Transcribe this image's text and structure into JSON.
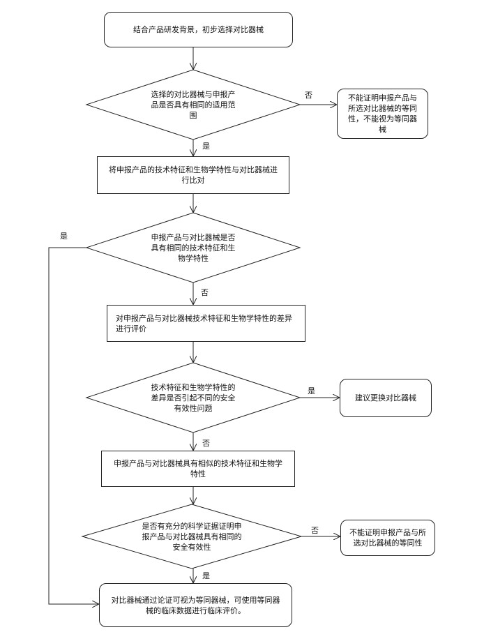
{
  "nodes": {
    "start": "结合产品研发背景，初步选择对比器械",
    "q1": "选择的对比器械与申报产品是否具有相同的适用范围",
    "q1_no_result": "不能证明申报产品与所选对比器械的等同性，不能视为等同器械",
    "compare": "将申报产品的技术特征和生物学特性与对比器械进行比对",
    "q2": "申报产品与对比器械是否具有相同的技术特征和生物学特性",
    "evaluate": "对申报产品与对比器械技术特征和生物学特性的差异进行评价",
    "q3": "技术特征和生物学特性的差异是否引起不同的安全有效性问题",
    "q3_yes_result": "建议更换对比器械",
    "similar": "申报产品与对比器械具有相似的技术特征和生物学特性",
    "q4": "是否有充分的科学证据证明申报产品与对比器械具有相同的安全有效性",
    "q4_no_result": "不能证明申报产品与所选对比器械的等同性",
    "end": "对比器械通过论证可视为等同器械，可使用等同器械的临床数据进行临床评价。"
  },
  "labels": {
    "yes": "是",
    "no": "否"
  }
}
